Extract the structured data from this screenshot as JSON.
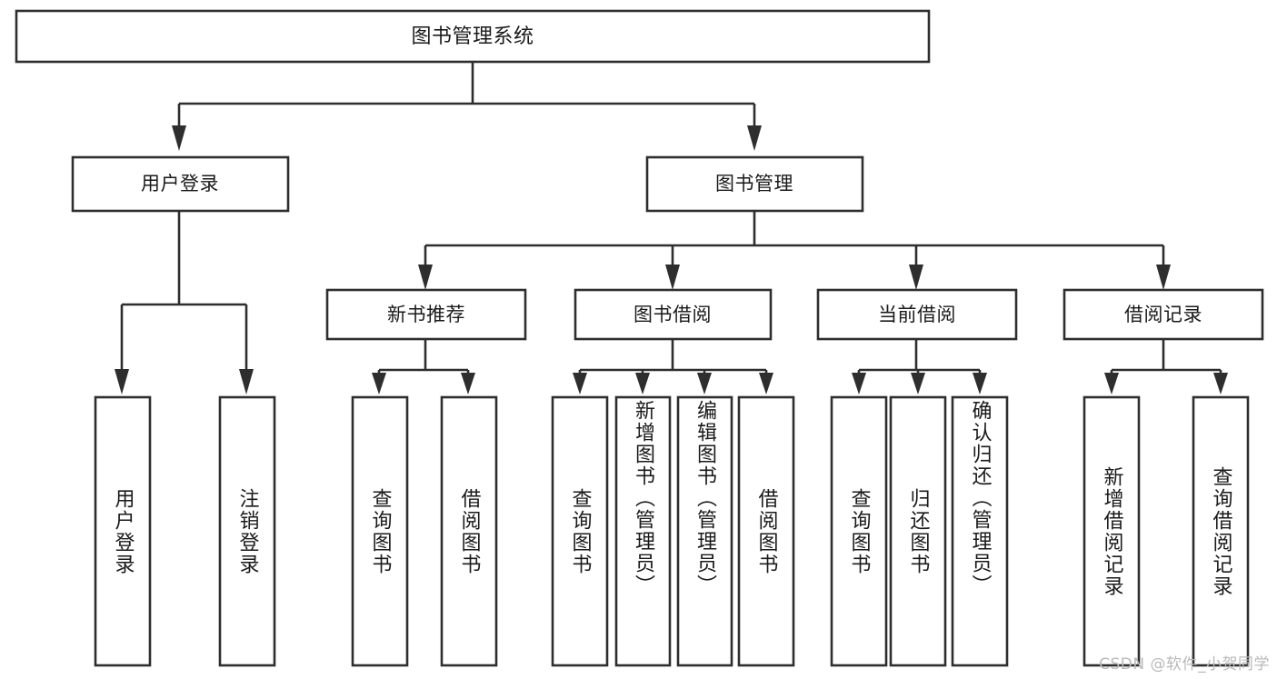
{
  "diagram": {
    "type": "tree",
    "title": "图书管理系统",
    "watermark": "CSDN @软件_小贺同学",
    "colors": {
      "box_stroke": "#2e2e2e",
      "box_fill": "#ffffff",
      "text": "#1a1a1a",
      "background": "#ffffff",
      "watermark": "#b9b9b9"
    },
    "root": {
      "label": "图书管理系统"
    },
    "level1": [
      {
        "label": "用户登录"
      },
      {
        "label": "图书管理"
      }
    ],
    "level2": [
      {
        "label": "新书推荐"
      },
      {
        "label": "图书借阅"
      },
      {
        "label": "当前借阅"
      },
      {
        "label": "借阅记录"
      }
    ],
    "leaves": {
      "user_login": [
        {
          "label": "用户登录"
        },
        {
          "label": "注销登录"
        }
      ],
      "new_book_recommend": [
        {
          "label": "查询图书"
        },
        {
          "label": "借阅图书"
        }
      ],
      "book_borrow": [
        {
          "label": "查询图书"
        },
        {
          "label": "新增图书（管理员）"
        },
        {
          "label": "编辑图书（管理员）"
        },
        {
          "label": "借阅图书"
        }
      ],
      "current_borrow": [
        {
          "label": "查询图书"
        },
        {
          "label": "归还图书"
        },
        {
          "label": "确认归还（管理员）"
        }
      ],
      "borrow_record": [
        {
          "label": "新增借阅记录"
        },
        {
          "label": "查询借阅记录"
        }
      ]
    }
  }
}
